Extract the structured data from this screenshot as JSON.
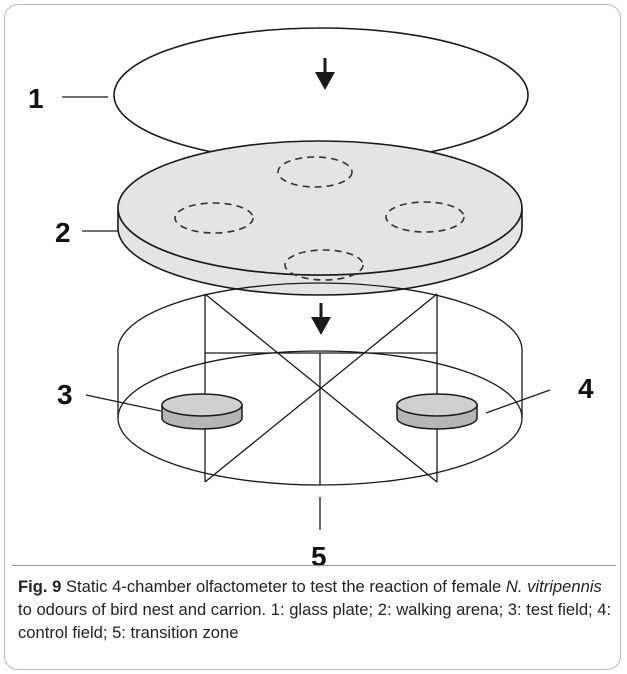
{
  "figure": {
    "labels": [
      "1",
      "2",
      "3",
      "4",
      "5"
    ],
    "caption": {
      "fig_number": "Fig. 9",
      "text_before_species": " Static 4-chamber olfactometer to test the reaction of female ",
      "species": "N. vitripennis",
      "text_after_species": " to odours of bird nest and carrion. 1: glass plate; 2: walking arena; 3: test field; 4: control field; 5: transition zone"
    }
  },
  "colors": {
    "line": "#1a1a1a",
    "arena_fill": "#e4e4e4",
    "field_fill": "#b5b5b5"
  }
}
